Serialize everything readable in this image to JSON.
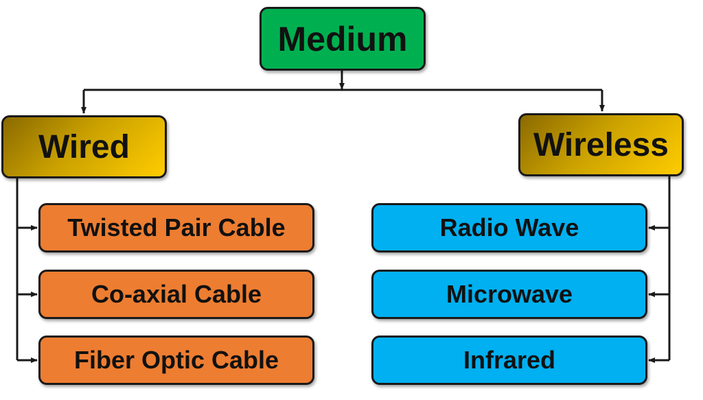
{
  "root": {
    "label": "Medium",
    "color": "#00b050"
  },
  "branches": {
    "wired": {
      "label": "Wired",
      "color": "#ffcc00",
      "items": [
        "Twisted Pair Cable",
        "Co-axial Cable",
        "Fiber Optic Cable"
      ],
      "item_color": "#ed7d31"
    },
    "wireless": {
      "label": "Wireless",
      "color": "#ffcc00",
      "items": [
        "Radio Wave",
        "Microwave",
        "Infrared"
      ],
      "item_color": "#00b0f0"
    }
  }
}
